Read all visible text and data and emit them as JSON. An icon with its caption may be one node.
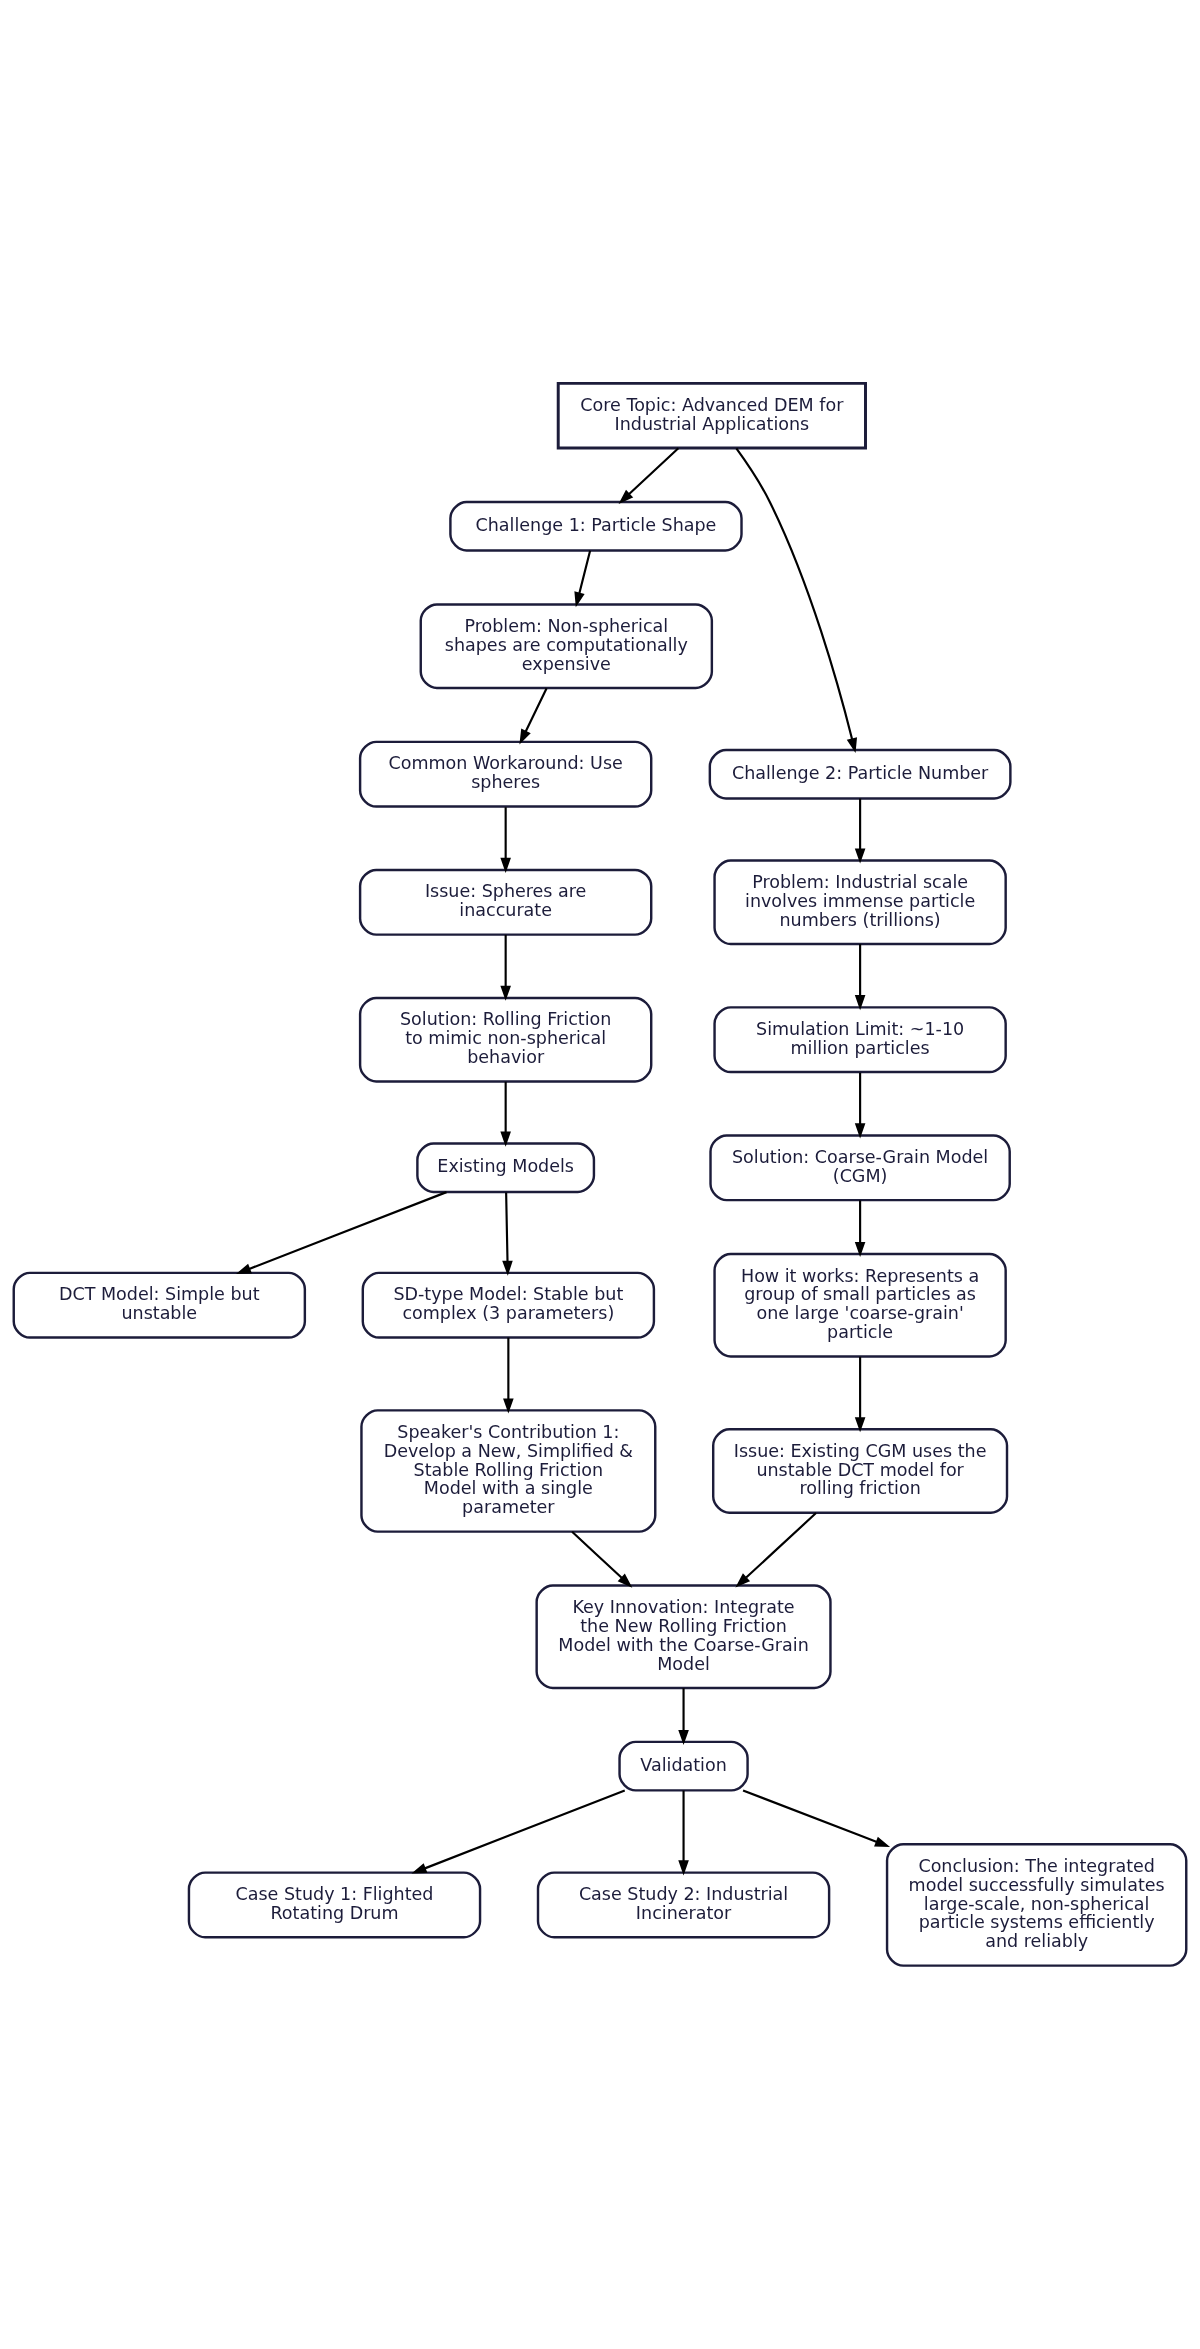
{
  "diagram": {
    "nodes": [
      {
        "text": [
          "Core Topic: Advanced DEM for Industrial Applications"
        ]
      },
      {
        "text": [
          "Challenge 1: Particle Shape"
        ]
      },
      {
        "text": [
          "Problem: Non-spherical shapes are computationally expensive"
        ]
      },
      {
        "text": [
          "Common Workaround: Use spheres"
        ]
      },
      {
        "text": [
          "Issue: Spheres are inaccurate"
        ]
      },
      {
        "text": [
          "Solution: Rolling Friction to mimic non-spherical behavior"
        ]
      },
      {
        "text": [
          "Existing Models"
        ]
      },
      {
        "text": [
          "DCT Model: Simple but unstable"
        ]
      },
      {
        "text": [
          "SD-type Model: Stable but complex (3 parameters)"
        ]
      },
      {
        "text": [
          "Speaker's Contribution 1: Develop a New, Simplified & Stable Rolling Friction Model with a single parameter"
        ]
      },
      {
        "text": [
          "Challenge 2: Particle Number"
        ]
      },
      {
        "text": [
          "Problem: Industrial scale involves immense particle numbers (trillions)"
        ]
      },
      {
        "text": [
          "Simulation Limit: ~1-10 million particles"
        ]
      },
      {
        "text": [
          "Solution: Coarse-Grain Model (CGM)"
        ]
      },
      {
        "text": [
          "How it works: Represents a group of small particles as one large 'coarse-grain' particle"
        ]
      },
      {
        "text": [
          "Issue: Existing CGM uses the unstable DCT model for rolling friction"
        ]
      },
      {
        "text": [
          "Key Innovation: Integrate the New Rolling Friction Model with the Coarse-Grain Model"
        ]
      },
      {
        "text": [
          "Validation"
        ]
      },
      {
        "text": [
          "Case Study 1: Flighted Rotating Drum"
        ]
      },
      {
        "text": [
          "Case Study 2: Industrial Incinerator"
        ]
      },
      {
        "text": [
          "Conclusion: The integrated model successfully simulates large-scale, non-spherical particle systems efficiently and reliably"
        ]
      }
    ],
    "edges": [
      {
        "from": 0,
        "to": 1,
        "arrow": "to"
      },
      {
        "from": 0,
        "to": 10,
        "arrow": "to"
      },
      {
        "from": 1,
        "to": 2,
        "arrow": "to"
      },
      {
        "from": 2,
        "to": 3,
        "arrow": "to"
      },
      {
        "from": 3,
        "to": 4,
        "arrow": "to"
      },
      {
        "from": 4,
        "to": 5,
        "arrow": "to"
      },
      {
        "from": 5,
        "to": 6,
        "arrow": "to"
      },
      {
        "from": 6,
        "to": 7,
        "arrow": "to"
      },
      {
        "from": 6,
        "to": 8,
        "arrow": "to"
      },
      {
        "from": 8,
        "to": 9,
        "arrow": "to"
      },
      {
        "from": 9,
        "to": 16,
        "arrow": "to"
      },
      {
        "from": 10,
        "to": 11,
        "arrow": "to"
      },
      {
        "from": 11,
        "to": 12,
        "arrow": "to"
      },
      {
        "from": 12,
        "to": 13,
        "arrow": "to"
      },
      {
        "from": 13,
        "to": 14,
        "arrow": "to"
      },
      {
        "from": 14,
        "to": 15,
        "arrow": "to"
      },
      {
        "from": 15,
        "to": 16,
        "arrow": "to"
      },
      {
        "from": 16,
        "to": 17,
        "arrow": "to"
      },
      {
        "from": 17,
        "to": 18,
        "arrow": "to"
      },
      {
        "from": 17,
        "to": 19,
        "arrow": "to"
      },
      {
        "from": 17,
        "to": 20,
        "arrow": "to"
      }
    ]
  }
}
